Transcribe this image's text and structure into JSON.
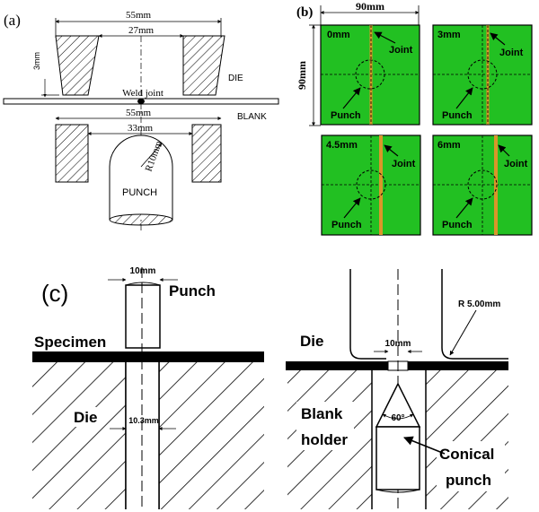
{
  "panel_a": {
    "label": "(a)",
    "dim_die_outer": "55mm",
    "dim_die_inner": "27mm",
    "dim_gap": "3mm",
    "label_die": "DIE",
    "label_weld": "Weld joint",
    "label_blank": "BLANK",
    "dim_holder_outer": "55mm",
    "dim_holder_inner": "33mm",
    "dim_radius": "R10mm",
    "label_punch": "PUNCH"
  },
  "panel_b": {
    "label": "(b)",
    "dim_width": "90mm",
    "dim_height": "90mm",
    "plates": [
      {
        "offset": "0mm",
        "joint": "Joint",
        "punch": "Punch"
      },
      {
        "offset": "3mm",
        "joint": "Joint",
        "punch": "Punch"
      },
      {
        "offset": "4.5mm",
        "joint": "Joint",
        "punch": "Punch"
      },
      {
        "offset": "6mm",
        "joint": "Joint",
        "punch": "Punch"
      }
    ],
    "colors": {
      "plate": "#22c022",
      "joint": "#d9962a"
    }
  },
  "panel_c": {
    "label": "(c)",
    "left": {
      "dim_punch": "10mm",
      "label_punch": "Punch",
      "label_specimen": "Specimen",
      "label_die": "Die",
      "dim_hole": "10.3mm"
    },
    "right": {
      "label_die": "Die",
      "dim_radius": "R 5.00mm",
      "dim_hole": "10mm",
      "label_holder_1": "Blank",
      "label_holder_2": "holder",
      "dim_angle": "60°",
      "label_punch_1": "Conical",
      "label_punch_2": "punch"
    }
  }
}
